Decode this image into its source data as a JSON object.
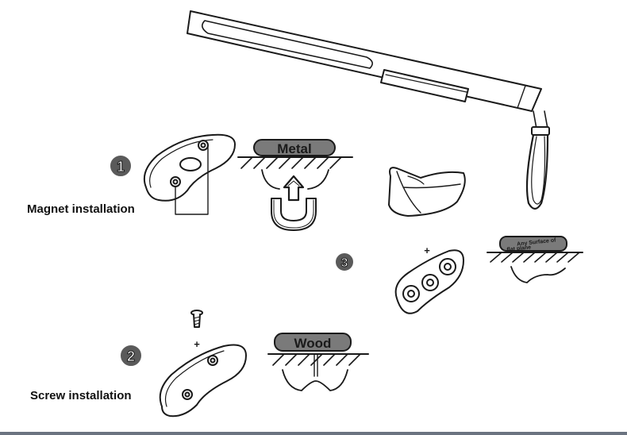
{
  "steps": {
    "step1": {
      "number": "1",
      "caption": "Magnet installation"
    },
    "step2": {
      "number": "2",
      "caption": "Screw installation"
    },
    "step3": {
      "number": "3"
    }
  },
  "labels": {
    "metal": "Metal",
    "wood": "Wood",
    "any_surface_line1": "Any Surface of",
    "any_surface_line2": "flat plane",
    "plus_symbol": "+"
  },
  "colors": {
    "line": "#1a1a1a",
    "badge_fill": "#5a5a5a",
    "label_fill": "#7a7a7a",
    "footer_rule": "#6b7380"
  },
  "icons": {
    "wand": "cleaning-wand-icon",
    "holder": "wand-holder-icon",
    "magnet": "horseshoe-magnet-icon",
    "screw": "screw-icon"
  }
}
